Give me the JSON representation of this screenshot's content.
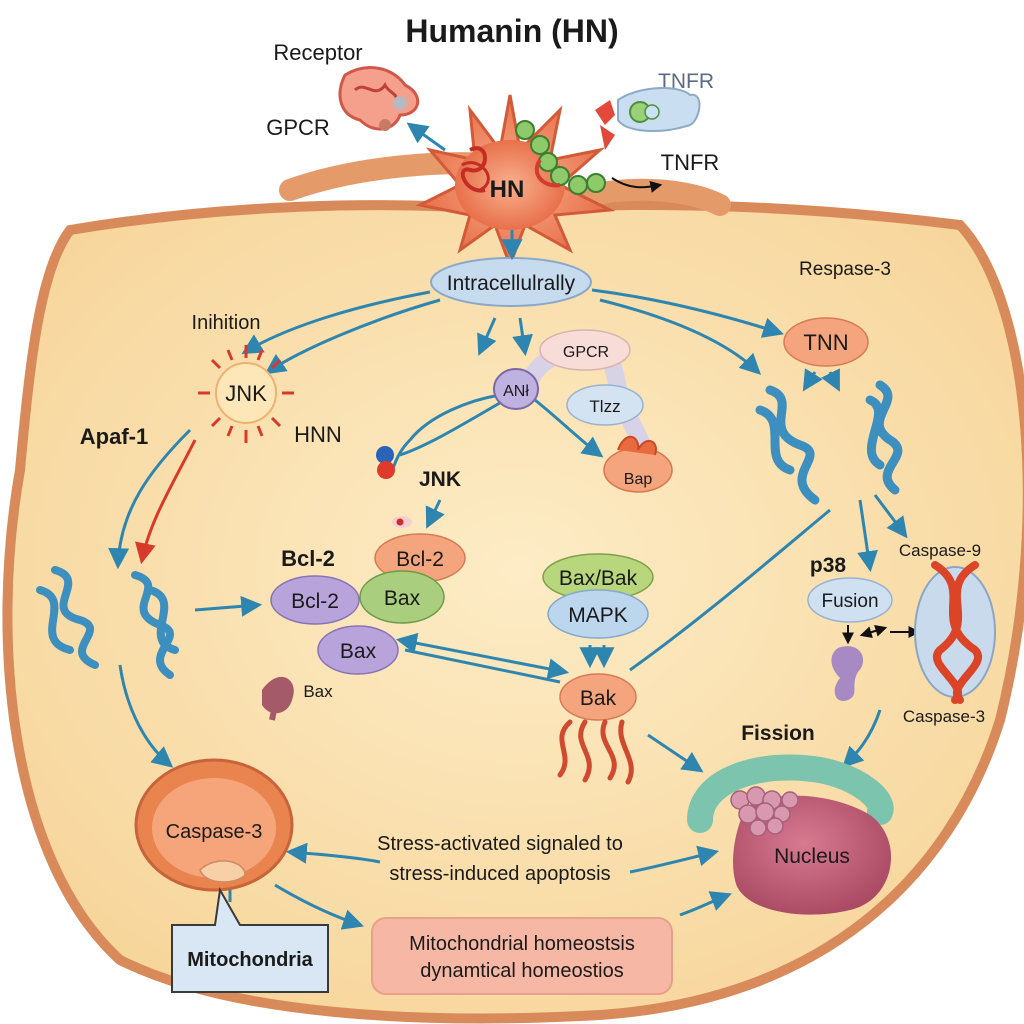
{
  "title": "Humanin (HN)",
  "membrane": {
    "receptor": "Receptor",
    "gpcr": "GPCR",
    "tnfr_top": "TNFR",
    "tnfr_arrow": "TNFR",
    "hn_core": "HN"
  },
  "intracellular": "Intracellulrally",
  "left_pathway": {
    "inhibition": "Inihition",
    "jnk": "JNK",
    "hnn": "HNN",
    "apaf1": "Apaf-1"
  },
  "center_pathway": {
    "gpcr": "GPCR",
    "ank": "ANł",
    "tlzz": "Tlzz",
    "bap": "Bap",
    "jnk": "JNK"
  },
  "bcl_cluster": {
    "bcl2_label": "Bcl-2",
    "bcl2_purple": "Bcl-2",
    "bcl2_orange": "Bcl-2",
    "bax_green": "Bax",
    "bax_purple": "Bax",
    "bax_small": "Bax"
  },
  "mapk_cluster": {
    "bax_bak": "Bax/Bak",
    "mapk": "MAPK",
    "bak": "Bak"
  },
  "right_pathway": {
    "respase": "Respase-3",
    "tnn": "TNN",
    "p38": "p38",
    "fusion": "Fusion",
    "caspase9": "Caspase-9",
    "caspase3": "Caspase-3"
  },
  "bottom": {
    "mito_caspase": "Caspase-3",
    "mitochondria": "Mitochondria",
    "stress_line1": "Stress-activated signaled to",
    "stress_line2": "stress-induced apoptosis",
    "homeo_line1": "Mitochondrial homeostsis",
    "homeo_line2": "dynamtical homeostios",
    "fission": "Fission",
    "nucleus": "Nucleus"
  },
  "colors": {
    "cell_fill": "#fbe3b1",
    "cell_stroke": "#d98a5a",
    "arrow_blue": "#2e86b0",
    "arrow_red": "#d83a2a",
    "hn_orange": "#f0845a",
    "purple": "#b9a3db",
    "green": "#a9cf7e",
    "blue_pill": "#bcd6ee",
    "orange_pill": "#f4a57d",
    "nucleus": "#b8566e"
  }
}
